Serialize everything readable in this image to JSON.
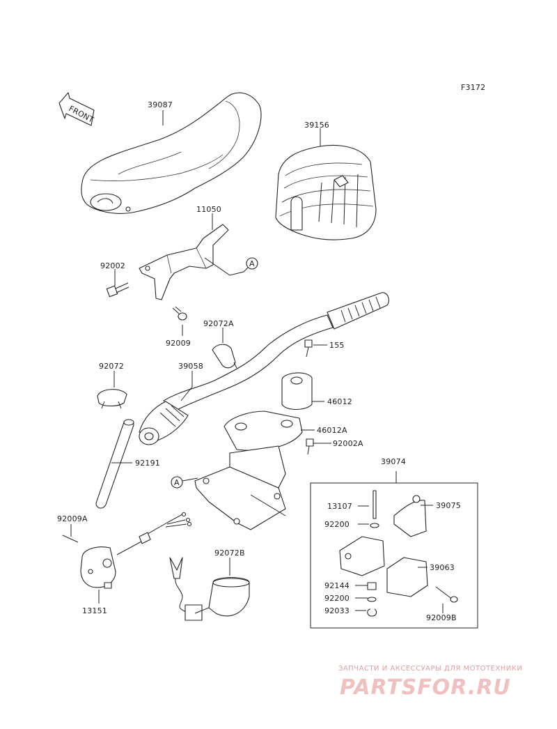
{
  "figure_code": "F3172",
  "front_arrow_label": "FRONT",
  "reference_marker": "A",
  "part_labels": {
    "p39087": "39087",
    "p39156": "39156",
    "p11050": "11050",
    "p92002": "92002",
    "p92009": "92009",
    "p92072A": "92072A",
    "p155": "155",
    "p92072": "92072",
    "p39058": "39058",
    "p46012": "46012",
    "p46012A": "46012A",
    "p92002A": "92002A",
    "p92191": "92191",
    "p39074": "39074",
    "p13107": "13107",
    "p39075": "39075",
    "p92200a": "92200",
    "p92009A": "92009A",
    "p92072B": "92072B",
    "p39063": "39063",
    "p92144": "92144",
    "p92200b": "92200",
    "p92033": "92033",
    "p92009B": "92009B",
    "p13151": "13151"
  },
  "watermark": {
    "tagline": "ЗАПЧАСТИ И АКСЕССУАРЫ ДЛЯ МОТОТЕХНИКИ",
    "logo": "PARTSFOR.RU"
  }
}
